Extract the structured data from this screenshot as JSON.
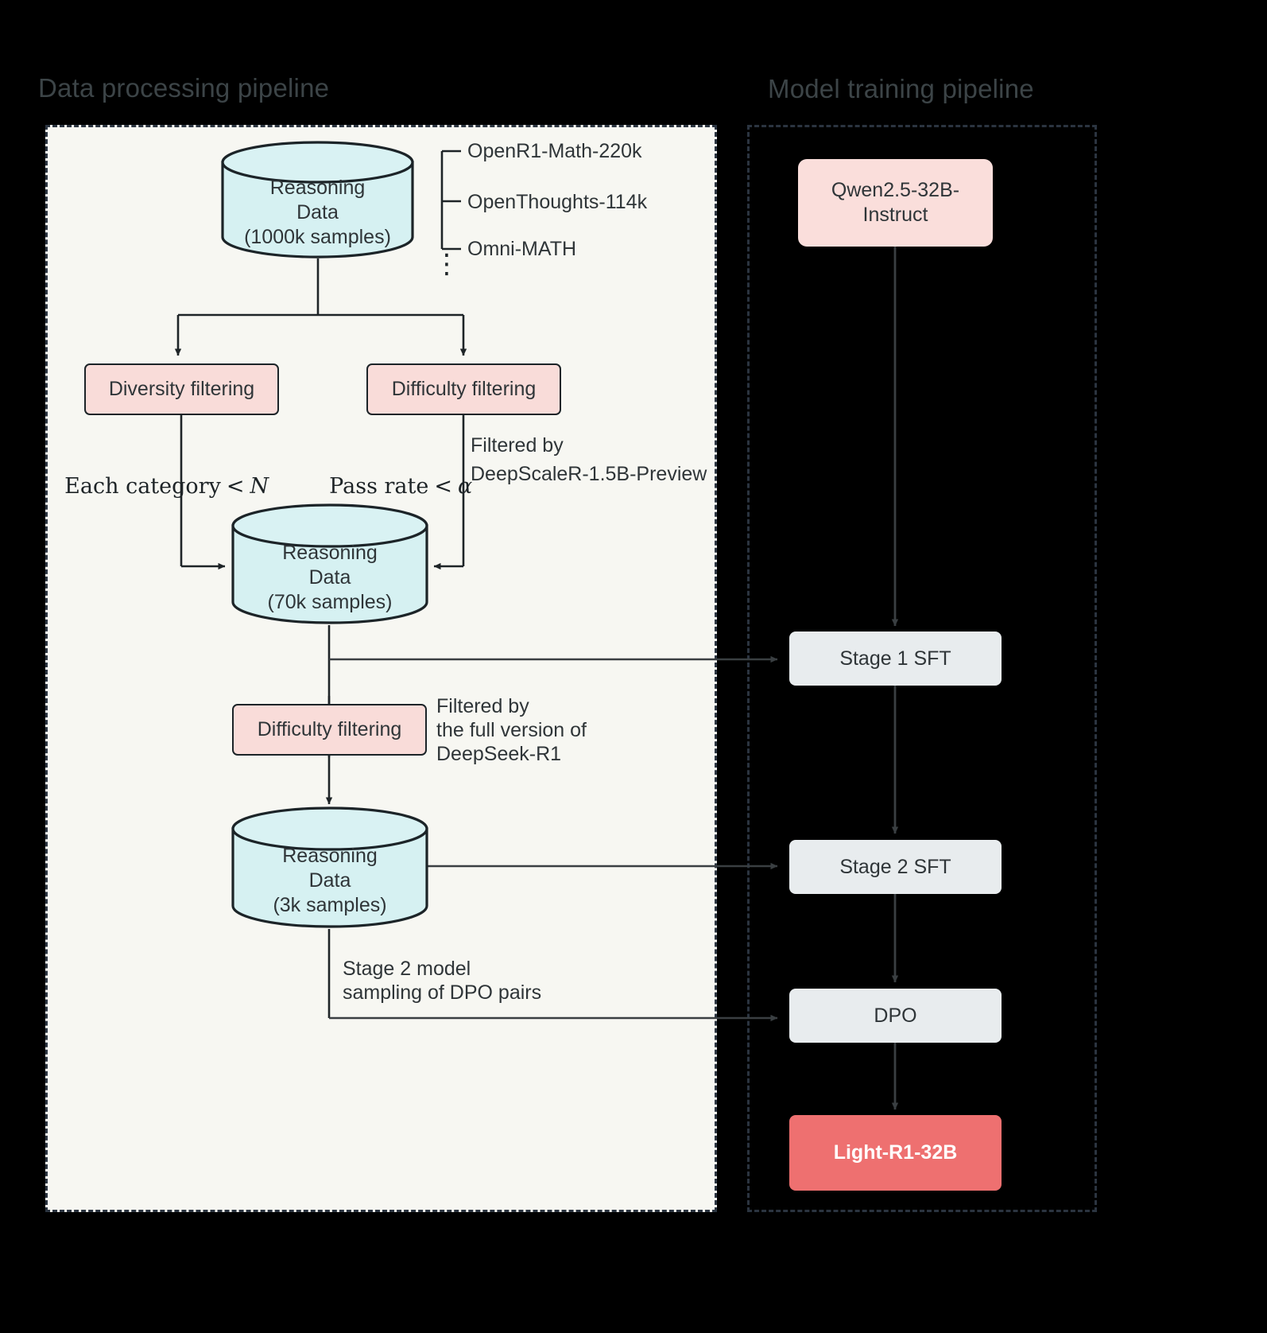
{
  "sections": {
    "left_title": "Data processing pipeline",
    "right_title": "Model training pipeline"
  },
  "colors": {
    "background": "#000000",
    "left_panel_fill": "#f7f7f2",
    "panel_border": "#2b3440",
    "cylinder_fill": "#d6f1f2",
    "cylinder_stroke": "#1c2428",
    "pink_box": "#f9dcd9",
    "pink_soft_box": "#fadedb",
    "gray_box": "#e8ecee",
    "final_box": "#ee7070",
    "text": "#2f3538",
    "arrow": "#3a3f42"
  },
  "data_pipeline": {
    "source_store": {
      "lines": [
        "Reasoning",
        "Data",
        "(1000k samples)"
      ]
    },
    "source_list": [
      "OpenR1-Math-220k",
      "OpenThoughts-114k",
      "Omni-MATH"
    ],
    "source_list_more": "⋮",
    "filters_row1": [
      {
        "label": "Diversity filtering"
      },
      {
        "label": "Difficulty filtering"
      }
    ],
    "condition_labels": {
      "diversity": {
        "text": "Each category",
        "op": "<",
        "symbol": "N"
      },
      "difficulty": {
        "text": "Pass rate",
        "op": "<",
        "symbol": "α"
      }
    },
    "filtered_by_note_1": [
      "Filtered by",
      "DeepScaleR-1.5B-Preview"
    ],
    "mid_store": {
      "lines": [
        "Reasoning",
        "Data",
        "(70k samples)"
      ]
    },
    "second_filter": {
      "label": "Difficulty filtering"
    },
    "filtered_by_note_2": [
      "Filtered by",
      "the full version of",
      "DeepSeek-R1"
    ],
    "final_store": {
      "lines": [
        "Reasoning",
        "Data",
        "(3k samples)"
      ]
    },
    "dpo_note": [
      "Stage 2 model",
      "sampling of DPO pairs"
    ]
  },
  "training_pipeline": {
    "steps": [
      {
        "id": "base-model",
        "label": "Qwen2.5-32B-\nInstruct",
        "style": "pink"
      },
      {
        "id": "stage-1-sft",
        "label": "Stage 1 SFT",
        "style": "gray"
      },
      {
        "id": "stage-2-sft",
        "label": "Stage 2 SFT",
        "style": "gray"
      },
      {
        "id": "dpo",
        "label": "DPO",
        "style": "gray"
      },
      {
        "id": "light-r1-32b",
        "label": "Light-R1-32B",
        "style": "red"
      }
    ]
  }
}
